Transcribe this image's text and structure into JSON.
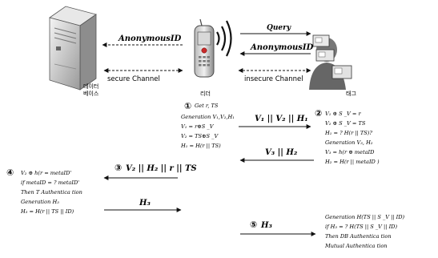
{
  "entities": {
    "database_label": [
      "데이터",
      "베이스"
    ],
    "tag_reader_label": "리더",
    "tag_label": "태그"
  },
  "channels": {
    "top_left_message": "AnonymousID",
    "secure_channel": "secure Channel",
    "query_message": "Query",
    "top_right_message": "AnonymousID",
    "insecure_channel": "insecure Channel"
  },
  "steps": {
    "step1": {
      "number": "①",
      "lines": [
        "Get  r, TS",
        "Generation  V₁,V₂,H₁",
        "V₁ = r⊕S _V",
        "V₂ = TS⊕S _V",
        "H₁ = H(r || TS)"
      ]
    },
    "step2": {
      "number": "②",
      "lines": [
        "V₁ ⊕ S _V = r",
        "V₂ ⊕ S _V = TS",
        "H₁ = ? H(r || TS)?",
        "Generation   V₃, H₂",
        "V₃ = h(r ⊕ metaID",
        "H₂ = H(r || metaID )"
      ]
    },
    "step3": {
      "number": "③",
      "message": "V₂ || H₂ || r || TS"
    },
    "step4": {
      "number": "④",
      "lines": [
        "V₂ ⊕ h(r = metaID'",
        "if   metaID = ? metaID'",
        "Then  T  Authentica tion",
        "Generation   H₃",
        "H₃ = H(r || TS || ID)"
      ]
    },
    "step5": {
      "number": "⑤",
      "message": "H₃",
      "lines": [
        "Generation   H(TS || S _V || ID)",
        "if   H₃ = ? H(TS || S _V || ID)",
        "Then   DB  Authentica tion",
        "Mutual   Authentica tion"
      ]
    }
  },
  "arrows": {
    "msg_v1_v2_h1": "V₁ || V₂ || H₁",
    "msg_v3_h2": "V₃ || H₂",
    "msg_h3": "H₃"
  }
}
